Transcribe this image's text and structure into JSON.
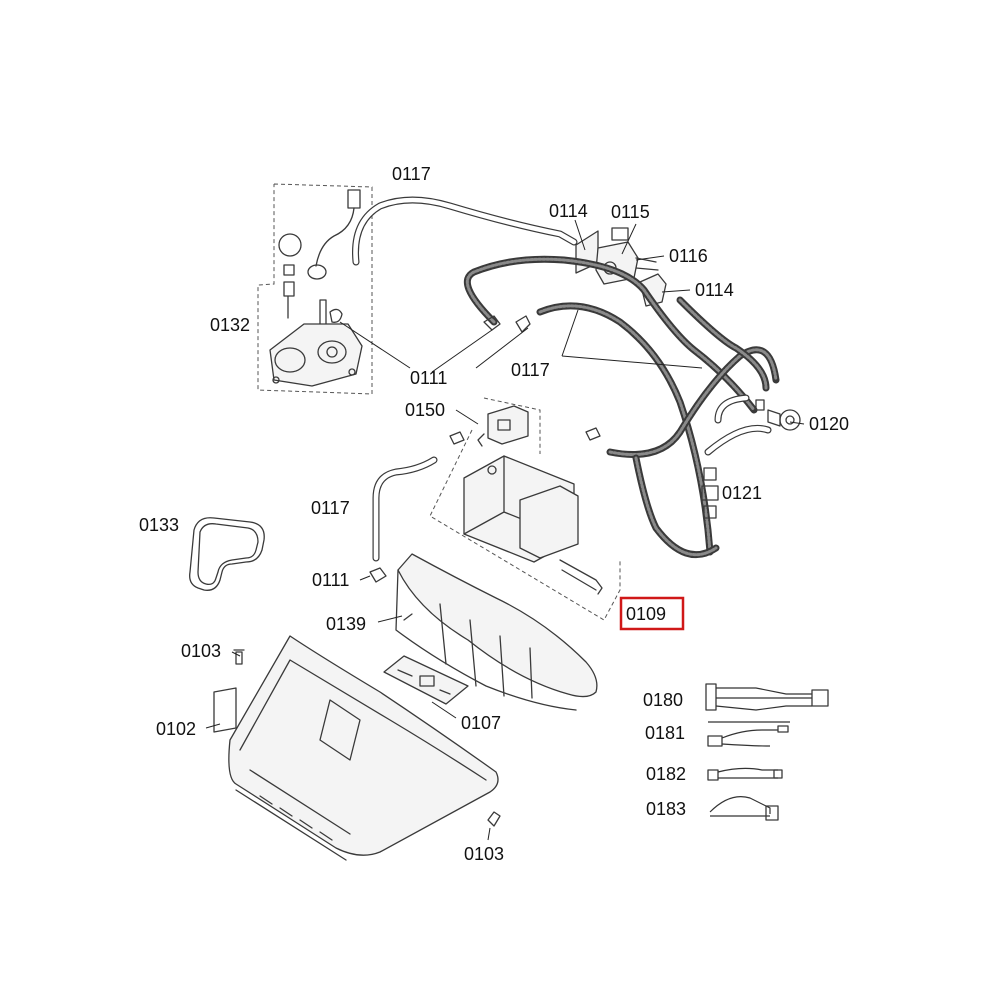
{
  "highlight_color": "#d01818",
  "highlighted_part": "0109",
  "labels": {
    "p0117_top": "0117",
    "p0114_a": "0114",
    "p0115": "0115",
    "p0116": "0116",
    "p0114_b": "0114",
    "p0132": "0132",
    "p0111_top": "0111",
    "p0117_mid": "0117",
    "p0150": "0150",
    "p0120": "0120",
    "p0121": "0121",
    "p0117_left": "0117",
    "p0133": "0133",
    "p0111_low": "0111",
    "p0109": "0109",
    "p0139": "0139",
    "p0103_a": "0103",
    "p0180": "0180",
    "p0107": "0107",
    "p0102": "0102",
    "p0181": "0181",
    "p0182": "0182",
    "p0183": "0183",
    "p0103_b": "0103"
  }
}
